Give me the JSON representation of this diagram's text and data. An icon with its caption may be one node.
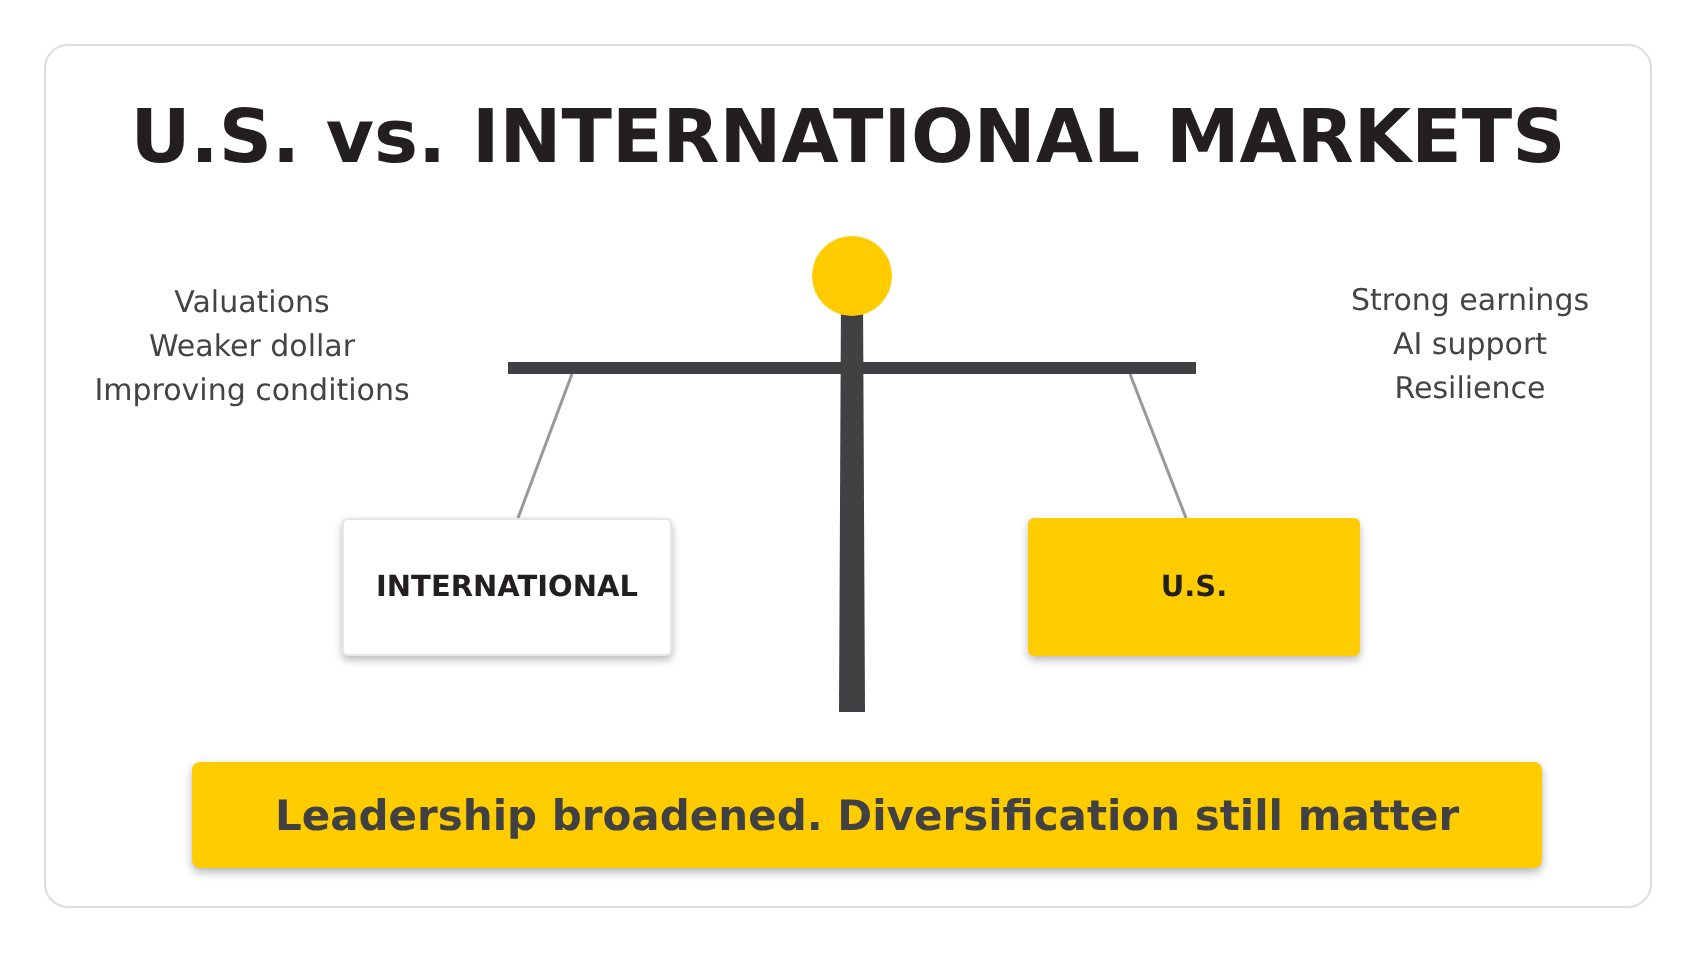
{
  "diagram": {
    "title": "U.S. vs. INTERNATIONAL MARKETS",
    "nodes": [
      {
        "text": [],
        "shape": "bar"
      },
      {
        "text": [
          "INTERNATIONAL"
        ],
        "beside": [
          "Valuations",
          "Weaker dollar",
          "Improving conditions"
        ]
      },
      {
        "text": [
          "U.S."
        ],
        "beside": [
          "Strong earnings",
          "AI support",
          "Resilience"
        ]
      },
      {
        "text": [
          "Leadership broadened. Diversification still matter"
        ]
      }
    ],
    "edges": [
      {
        "from": 0,
        "to": 1,
        "arrow": "none"
      },
      {
        "from": 0,
        "to": 2,
        "arrow": "none"
      }
    ]
  }
}
